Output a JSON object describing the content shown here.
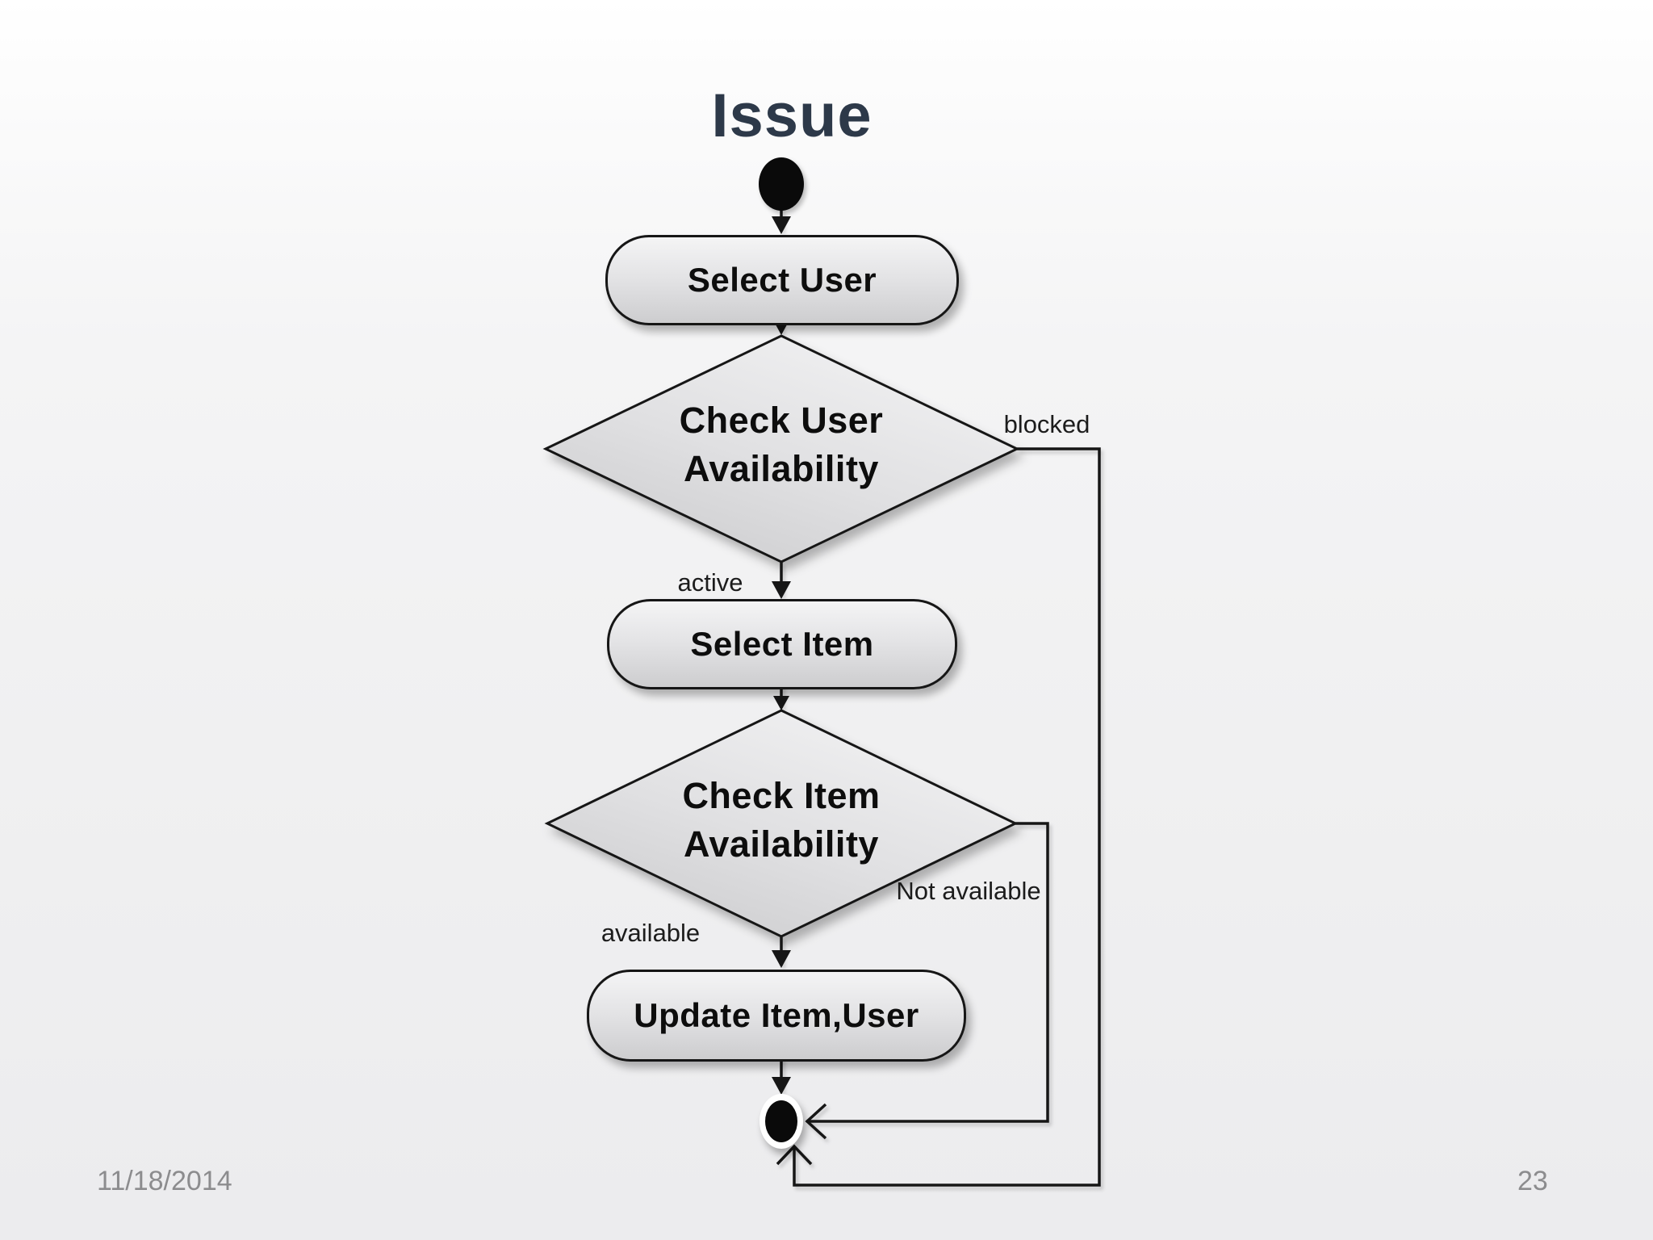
{
  "slide": {
    "title": "Issue",
    "footer": {
      "date": "11/18/2014",
      "page_number": "23"
    }
  },
  "diagram": {
    "kind": "uml-activity-flowchart",
    "nodes": {
      "start": {
        "kind": "initial-node"
      },
      "select_user": {
        "label": "Select User"
      },
      "check_user": {
        "line1": "Check User",
        "line2": "Availability"
      },
      "select_item": {
        "label": "Select Item"
      },
      "check_item": {
        "line1": "Check Item",
        "line2": "Availability"
      },
      "update_item_user": {
        "label": "Update Item,User"
      },
      "end": {
        "kind": "final-node"
      }
    },
    "edge_labels": {
      "blocked": "blocked",
      "active": "active",
      "not_available": "Not available",
      "available": "available"
    }
  },
  "colors": {
    "title": "#2d3949",
    "line": "#161616",
    "label": "#1c1c1c",
    "footer": "#8c8c8e",
    "shape_light": "#f4f4f5",
    "shape_dark": "#cdcdcf"
  }
}
